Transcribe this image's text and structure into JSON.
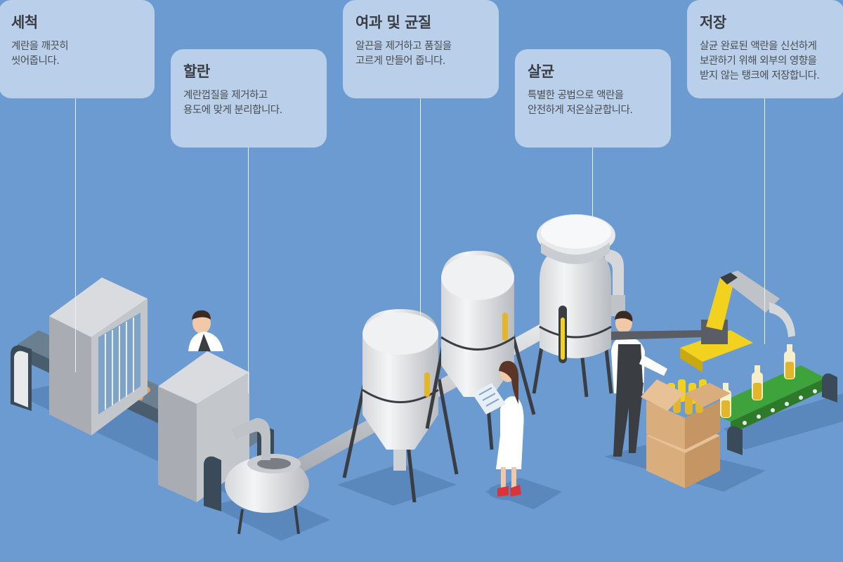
{
  "steps": [
    {
      "id": "wash",
      "title": "세척",
      "desc": [
        "계란을 깨끗히",
        "씻어줍니다."
      ]
    },
    {
      "id": "crack",
      "title": "할란",
      "desc": [
        "계란껍질을 제거하고",
        "용도에 맞게 분리합니다."
      ]
    },
    {
      "id": "filter",
      "title": "여과 및 균질",
      "desc": [
        "알끈을 제거하고 품질을",
        "고르게 만들어 줍니다."
      ]
    },
    {
      "id": "sterilize",
      "title": "살균",
      "desc": [
        "특별한 공법으로 액란을",
        "안전하게 저온살균합니다."
      ]
    },
    {
      "id": "storage",
      "title": "저장",
      "desc": [
        "살균 완료된 액란을 신선하게",
        "보관하기 위해 외부의 영향을",
        "받지 않는 탱크에 저장합니다."
      ]
    }
  ],
  "colors": {
    "background": "#6b9bd0",
    "callout": "#b9cfea",
    "machine": "#bfc2c6",
    "conveyor_green": "#3fa33b",
    "robot_yellow": "#f2d21f",
    "liquid_egg": "#e3b52a"
  }
}
